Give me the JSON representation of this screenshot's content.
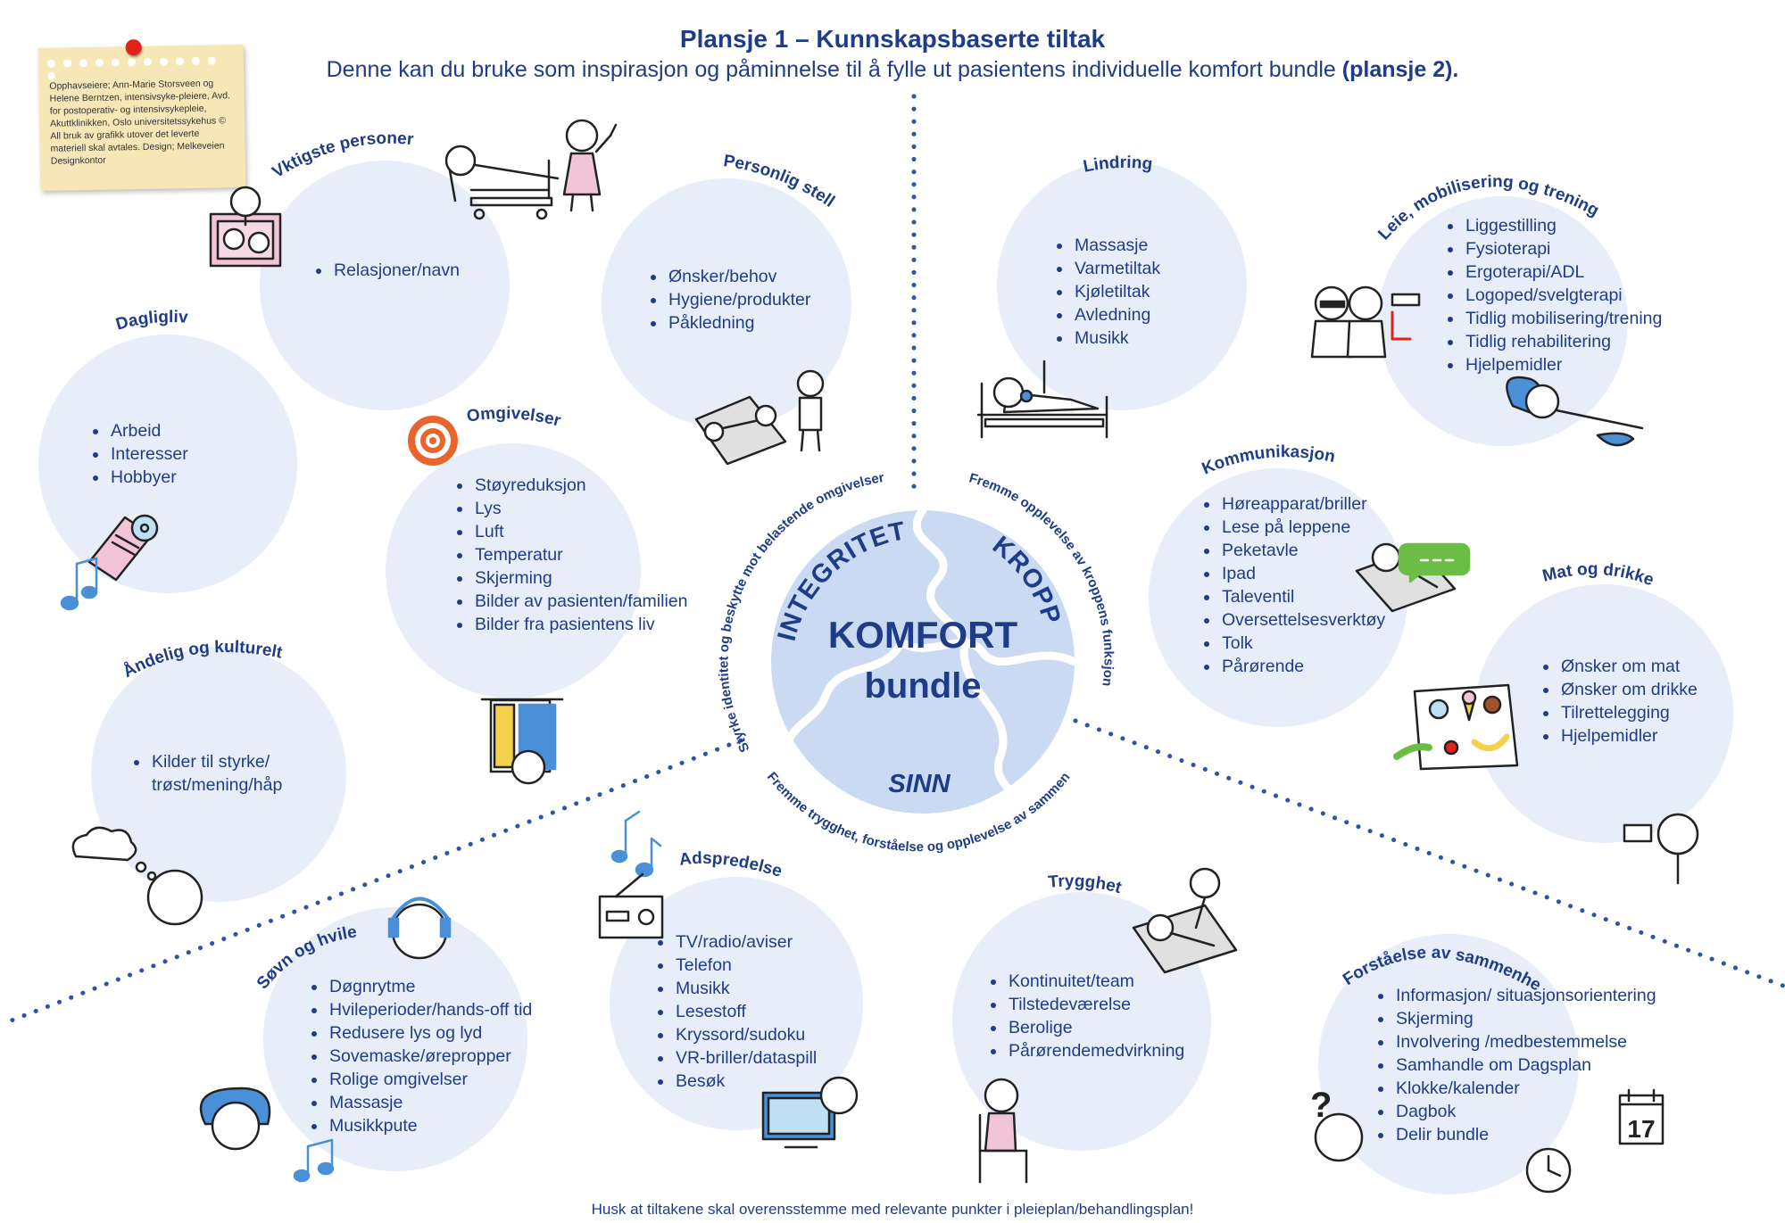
{
  "header": {
    "title": "Plansje 1 – Kunnskapsbaserte tiltak",
    "subtitle_main": "Denne kan du bruke som inspirasjon og påminnelse til å fylle ut pasientens individuelle komfort bundle ",
    "subtitle_bold": "(plansje 2)."
  },
  "note": {
    "text": "Opphavseiere; Ann-Marie Storsveen og Helene Berntzen, intensivsyke-pleiere, Avd. for postoperativ- og intensivsykepleie, Akuttklinikken, Oslo universitetssykehus © All bruk av grafikk utover det leverte materiell skal avtales. Design; Melkeveien Designkontor"
  },
  "center": {
    "line1": "KOMFORT",
    "line2": "bundle",
    "integritet": "INTEGRITET",
    "kropp": "KROPP",
    "sinn": "SINN",
    "ring_left": "Styrke identitet og beskytte mot belastende omgivelser",
    "ring_right": "Fremme opplevelse av kroppens funksjon",
    "ring_bottom": "Fremme trygghet, forståelse og opplevelse av sammenheng"
  },
  "circles": {
    "vktigste": {
      "title": "Vktigste personer",
      "items": [
        "Relasjoner/navn"
      ]
    },
    "personlig": {
      "title": "Personlig stell",
      "items": [
        "Ønsker/behov",
        "Hygiene/produkter",
        "Påkledning"
      ]
    },
    "dagligliv": {
      "title": "Dagligliv",
      "items": [
        "Arbeid",
        "Interesser",
        "Hobbyer"
      ]
    },
    "omgivelser": {
      "title": "Omgivelser",
      "items": [
        "Støyreduksjon",
        "Lys",
        "Luft",
        "Temperatur",
        "Skjerming",
        "Bilder av pasienten/familien",
        "Bilder fra pasientens liv"
      ]
    },
    "andelig": {
      "title": "Åndelig og kulturelt",
      "items": [
        "Kilder til styrke/ trøst/mening/håp"
      ]
    },
    "lindring": {
      "title": "Lindring",
      "items": [
        "Massasje",
        "Varmetiltak",
        "Kjøletiltak",
        "Avledning",
        "Musikk"
      ]
    },
    "leie": {
      "title": "Leie, mobilisering og trening",
      "items": [
        "Liggestilling",
        "Fysioterapi",
        "Ergoterapi/ADL",
        "Logoped/svelgterapi",
        "Tidlig mobilisering/trening",
        "Tidlig rehabilitering",
        "Hjelpemidler"
      ]
    },
    "kommunikasjon": {
      "title": "Kommunikasjon",
      "items": [
        "Høreapparat/briller",
        "Lese på leppene",
        "Peketavle",
        "Ipad",
        "Taleventil",
        "Oversettelsesverktøy",
        "Tolk",
        "Pårørende"
      ]
    },
    "mat": {
      "title": "Mat og drikke",
      "items": [
        "Ønsker om mat",
        "Ønsker om drikke",
        "Tilrettelegging",
        "Hjelpemidler"
      ]
    },
    "sovn": {
      "title": "Søvn og hvile",
      "items": [
        "Døgnrytme",
        "Hvileperioder/hands-off tid",
        "Redusere lys og lyd",
        "Sovemaske/ørepropper",
        "Rolige omgivelser",
        "Massasje",
        "Musikkpute"
      ]
    },
    "adspredelse": {
      "title": "Adspredelse",
      "items": [
        "TV/radio/aviser",
        "Telefon",
        "Musikk",
        "Lesestoff",
        "Kryssord/sudoku",
        "VR-briller/dataspill",
        "Besøk"
      ]
    },
    "trygghet": {
      "title": "Trygghet",
      "items": [
        "Kontinuitet/team",
        "Tilstedeværelse",
        "Berolige",
        "Pårørendemedvirkning"
      ]
    },
    "forstaelse": {
      "title": "Forståelse av sammenheng",
      "items": [
        "Informasjon/ situasjonsorientering",
        "Skjerming",
        "Involvering /medbestemmelse",
        "Samhandle om Dagsplan",
        "Klokke/kalender",
        "Dagbok",
        "Delir bundle"
      ]
    }
  },
  "calendar_day": "17",
  "question_mark": "?",
  "footer": "Husk at tiltakene skal overensstemme med relevante punkter i pleieplan/behandlingsplan!",
  "colors": {
    "circle": "#e7eef9",
    "center": "#c9daf2",
    "text": "#1f3c88",
    "accent_blue": "#4a90d9",
    "orange": "#e8642c",
    "yellow": "#f3d14a",
    "pink": "#f2c4d8"
  }
}
